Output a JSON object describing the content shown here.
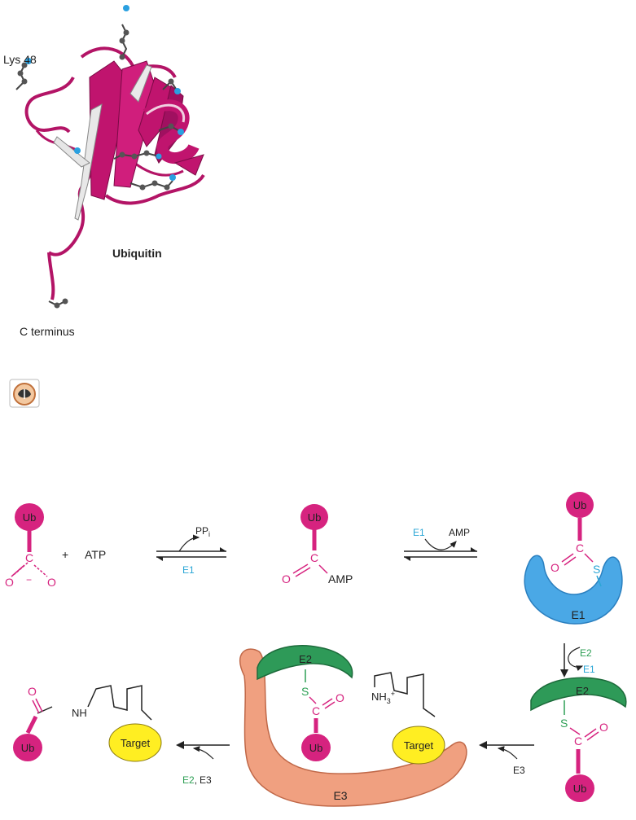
{
  "structure": {
    "lys_label": "Lys 48",
    "protein_label": "Ubiquitin",
    "cterm_label": "C terminus",
    "icon": "interactive-mouse-icon"
  },
  "colors": {
    "ubiquitin": "#d6237f",
    "ribbon": "#b31466",
    "e1": "#4aa8e6",
    "e2": "#2e9a58",
    "e3": "#f0a080",
    "target": "#ffee22",
    "sulfur": "#2e9f55",
    "nitrogen_atom": "#2aa0e0"
  },
  "pathway": {
    "ub": "Ub",
    "carbon": "C",
    "oxygen": "O",
    "minus": "−",
    "plus": "+",
    "atp": "ATP",
    "ppi_main": "PP",
    "ppi_sub": "i",
    "amp": "AMP",
    "sulfur": "S",
    "e1": "E1",
    "e2": "E2",
    "e3": "E3",
    "target": "Target",
    "nh": "NH",
    "nh3_main": "NH",
    "nh3_sub": "3",
    "nh3_sup": "+",
    "comma": ","
  }
}
